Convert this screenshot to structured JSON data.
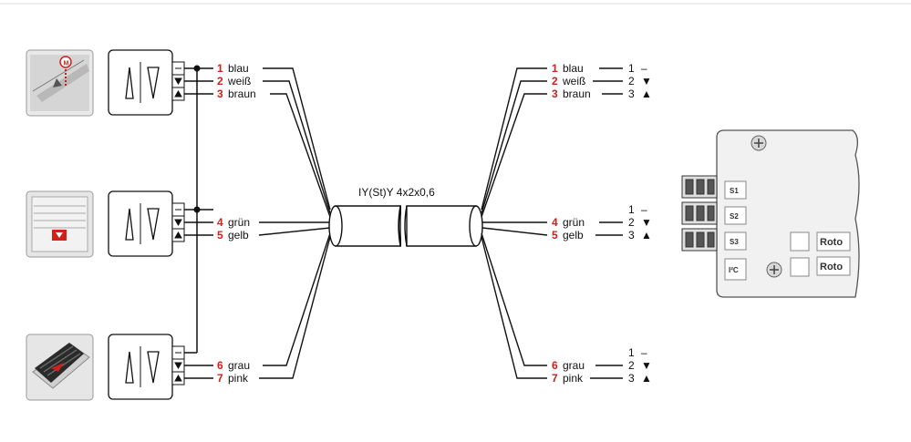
{
  "cable_label": "IY(St)Y 4x2x0,6",
  "wires_left": [
    {
      "num": "1",
      "color": "blau"
    },
    {
      "num": "2",
      "color": "weiß"
    },
    {
      "num": "3",
      "color": "braun"
    },
    {
      "num": "4",
      "color": "grün"
    },
    {
      "num": "5",
      "color": "gelb"
    },
    {
      "num": "6",
      "color": "grau"
    },
    {
      "num": "7",
      "color": "pink"
    }
  ],
  "wires_right": [
    {
      "num": "1",
      "color": "blau"
    },
    {
      "num": "2",
      "color": "weiß"
    },
    {
      "num": "3",
      "color": "braun"
    },
    {
      "num": "4",
      "color": "grün"
    },
    {
      "num": "5",
      "color": "gelb"
    },
    {
      "num": "6",
      "color": "grau"
    },
    {
      "num": "7",
      "color": "pink"
    }
  ],
  "terminals": [
    {
      "num": "1",
      "sym": "–"
    },
    {
      "num": "2",
      "sym": "▼"
    },
    {
      "num": "3",
      "sym": "▲"
    }
  ],
  "control_unit": {
    "ports": [
      "S1",
      "S2",
      "S3",
      "I²C"
    ],
    "brand_labels": [
      "Roto",
      "Roto"
    ]
  },
  "colors": {
    "accent_red": "#d0201a",
    "line": "#111111"
  }
}
